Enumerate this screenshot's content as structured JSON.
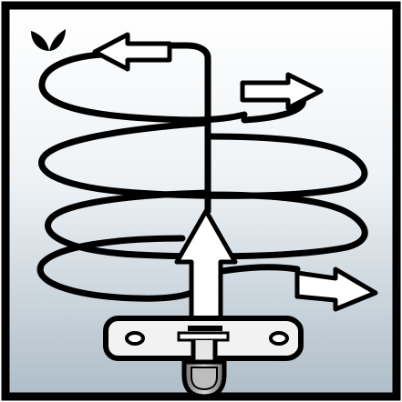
{
  "illustration": {
    "icon": "airflow-spiral-diffuser-icon",
    "elements": [
      "frame",
      "background-gradient",
      "leaf-icon",
      "spiral-flow-path",
      "upward-arrow",
      "left-arrow",
      "right-arrow-upper",
      "right-arrow-lower",
      "ceiling-plate",
      "nozzle"
    ]
  },
  "colors": {
    "frame": "#000000",
    "background_top": "#ffffff",
    "background_bottom": "#aebdc8",
    "stroke": "#000000",
    "arrow_fill": "#ffffff",
    "plate_fill": "#f2f2f2",
    "nozzle_shade": "#9a9a9a"
  }
}
